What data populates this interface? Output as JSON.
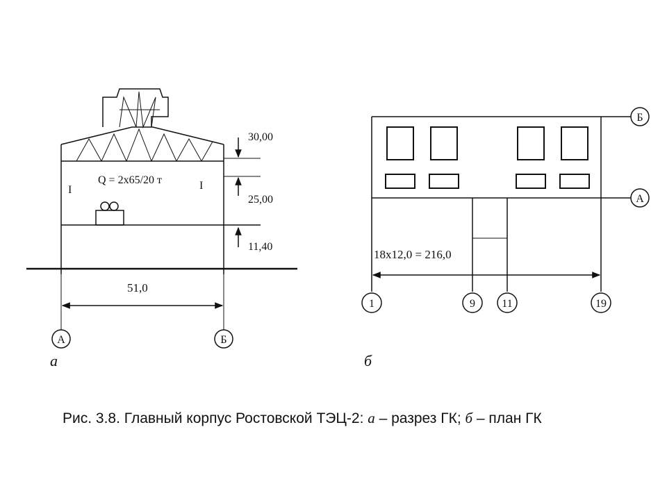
{
  "section_a": {
    "label": "а",
    "crane_label": "Q = 2х65/20 т",
    "column_mark_left": "I",
    "column_mark_right": "I",
    "elevations": [
      "30,00",
      "25,00",
      "11,40"
    ],
    "span": "51,0",
    "axes": [
      "А",
      "Б"
    ]
  },
  "plan_b": {
    "label": "б",
    "dimension": "18х12,0 = 216,0",
    "row_axes": [
      "Б",
      "А"
    ],
    "column_axes": [
      "1",
      "9",
      "11",
      "19"
    ]
  },
  "caption": {
    "prefix": "Рис. 3.8. Главный корпус Ростовской ТЭЦ-2: ",
    "a_letter": "а",
    "a_text": " – разрез ГК; ",
    "b_letter": "б",
    "b_text": " – план ГК"
  }
}
